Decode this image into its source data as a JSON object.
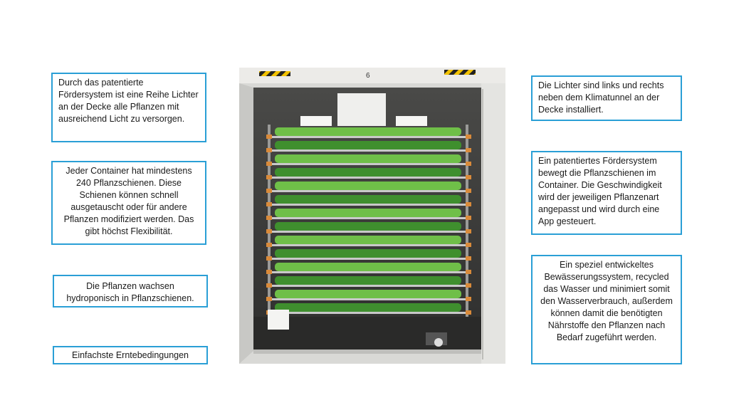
{
  "boxes": {
    "b1": "Durch das patentierte Fördersystem ist eine Reihe Lichter an der Decke alle Pflanzen mit ausreichend Licht zu versorgen.",
    "b2": "Jeder Container hat mindestens 240 Pflanzschienen. Diese Schienen können schnell ausgetauscht oder für andere Pflanzen modifiziert werden. Das gibt höchst Flexibilität.",
    "b3": "Die Pflanzen wachsen hydroponisch in Pflanzschienen.",
    "b4": "Einfachste Erntebedingungen",
    "b5": "Die Lichter sind links und rechts neben dem Klimatunnel an der Decke installiert.",
    "b6": "Ein patentiertes Fördersystem bewegt die Pflanzschienen  im Container. Die Geschwindigkeit wird der jeweiligen Pflanzenart angepasst und wird durch eine App gesteuert.",
    "b7": "Ein speziel entwickeltes Bewässerungssystem, recycled das Wasser und minimiert somit den Wasserverbrauch, außerdem können damit die benötigten Nährstoffe den Pflanzen nach Bedarf zugeführt werden."
  },
  "photo": {
    "container_number": "6",
    "colors": {
      "frame": "#d9d9d6",
      "interior": "#3b3b3a",
      "plant": "#3f8f2e",
      "plant_light": "#6fbf48",
      "rail": "#c9c9c9",
      "hazard_yellow": "#f2c200"
    }
  }
}
